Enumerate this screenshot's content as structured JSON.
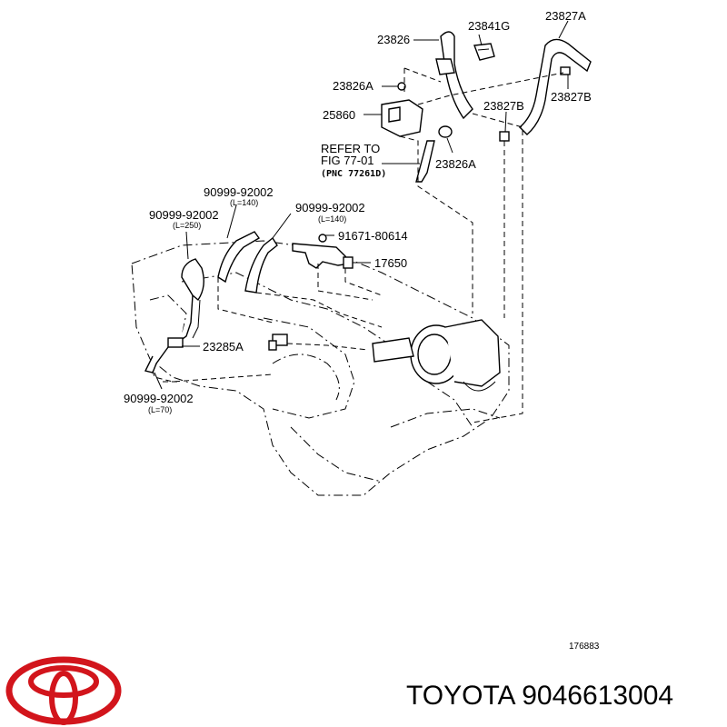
{
  "callouts": {
    "p23826": "23826",
    "p23841G": "23841G",
    "p23827A": "23827A",
    "p23826A_top": "23826A",
    "p25860": "25860",
    "p23827B_right": "23827B",
    "p23827B_left": "23827B",
    "p23826A_mid": "23826A",
    "p91671": "91671-80614",
    "p17650": "17650",
    "p23285A": "23285A"
  },
  "refer": {
    "line1": "REFER TO",
    "line2": "FIG 77-01",
    "line3": "(PNC 77261D)"
  },
  "hoses": {
    "h140_top": {
      "part": "90999-92002",
      "len": "(L=140)"
    },
    "h250": {
      "part": "90999-92002",
      "len": "(L=250)"
    },
    "h140_right": {
      "part": "90999-92002",
      "len": "(L=140)"
    },
    "h70": {
      "part": "90999-92002",
      "len": "(L=70)"
    }
  },
  "figure_id": "176883",
  "footer": {
    "brand_part": "TOYOTA 9046613004"
  },
  "logo": {
    "color": "#d2151c"
  }
}
